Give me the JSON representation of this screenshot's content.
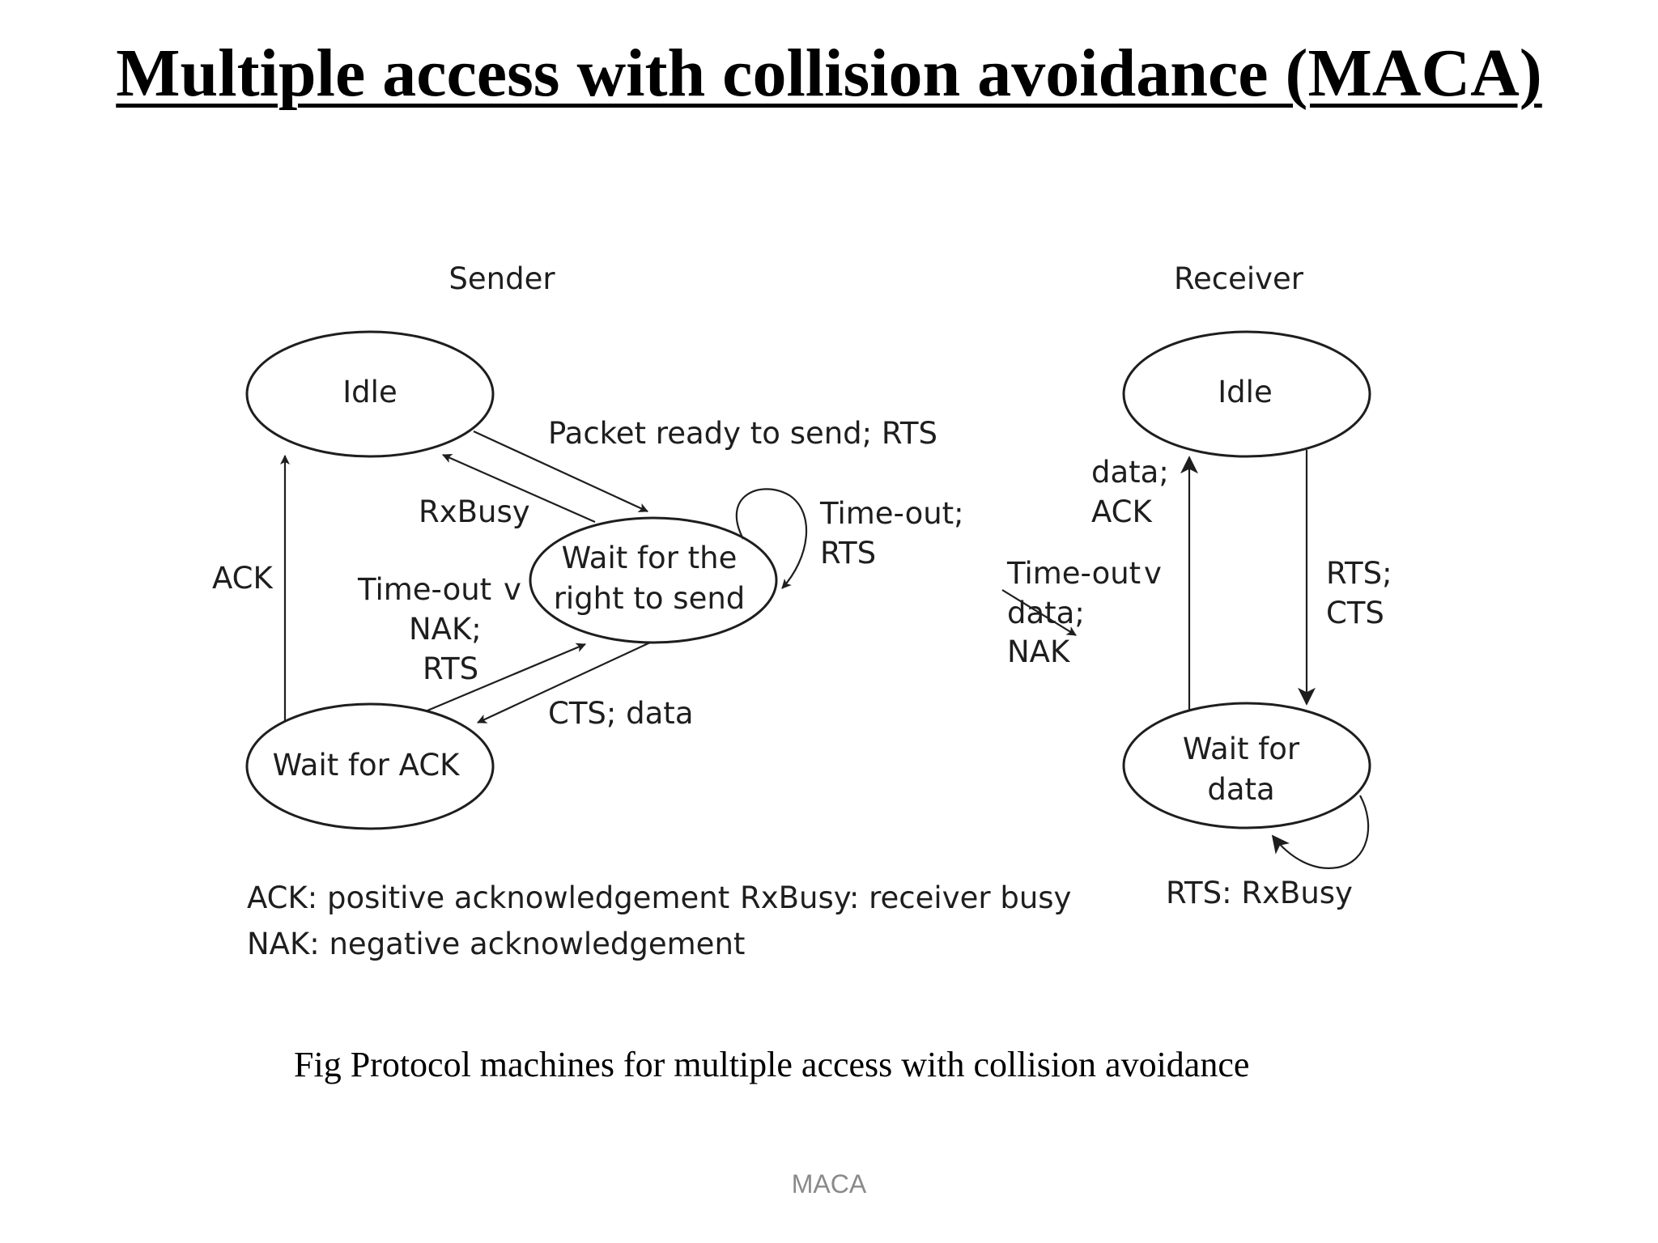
{
  "title": "Multiple access with collision avoidance (MACA)",
  "caption": "Fig Protocol machines for multiple access with collision avoidance",
  "footer": "MACA",
  "sender": {
    "heading": "Sender",
    "states": {
      "idle": "Idle",
      "wait_right_line1": "Wait for the",
      "wait_right_line2": "right to send",
      "wait_ack": "Wait for ACK"
    },
    "transitions": {
      "packet_ready": "Packet ready to send; RTS",
      "rxbusy": "RxBusy",
      "timeout_rts_line1": "Time-out;",
      "timeout_rts_line2": "RTS",
      "ack": "ACK",
      "timeout_nak_line1": "Time-out",
      "timeout_nak_or": "v",
      "timeout_nak_line2": "NAK;",
      "timeout_nak_line3": "RTS",
      "cts_data": "CTS; data"
    }
  },
  "receiver": {
    "heading": "Receiver",
    "states": {
      "idle": "Idle",
      "wait_data_line1": "Wait for",
      "wait_data_line2": "data"
    },
    "transitions": {
      "data_ack_line1": "data;",
      "data_ack_line2": "ACK",
      "rts_cts_line1": "RTS;",
      "rts_cts_line2": "CTS",
      "timeout_line1": "Time-out",
      "timeout_or": "v",
      "timeout_line2": "data;",
      "timeout_line3": "NAK",
      "rts_rxbusy": "RTS: RxBusy"
    }
  },
  "legend": {
    "ack_def": "ACK: positive acknowledgement",
    "nak_def": "NAK: negative acknowledgement",
    "rxbusy_def": "RxBusy: receiver busy"
  }
}
